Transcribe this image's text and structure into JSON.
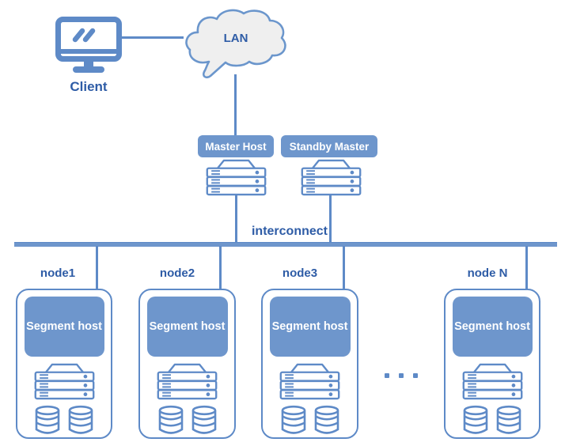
{
  "client": {
    "label": "Client"
  },
  "lan": {
    "label": "LAN"
  },
  "masters": {
    "master": {
      "label": "Master Host"
    },
    "standby": {
      "label": "Standby Master"
    }
  },
  "interconnect": {
    "label": "interconnect"
  },
  "nodes": [
    {
      "label": "node1",
      "segment": "Segment host"
    },
    {
      "label": "node2",
      "segment": "Segment host"
    },
    {
      "label": "node3",
      "segment": "Segment host"
    },
    {
      "label": "node N",
      "segment": "Segment host"
    }
  ],
  "icons": {
    "client": "monitor-icon",
    "lan": "cloud-icon",
    "host": "server-icon",
    "storage": "database-icon",
    "more_nodes": "ellipsis-icon"
  },
  "colors": {
    "stroke_blue": "#5E8AC7",
    "fill_blue": "#6E96CC",
    "text_blue": "#2E5CA6",
    "cloud_fill": "#EFEFEF",
    "background": "#FFFFFF"
  }
}
